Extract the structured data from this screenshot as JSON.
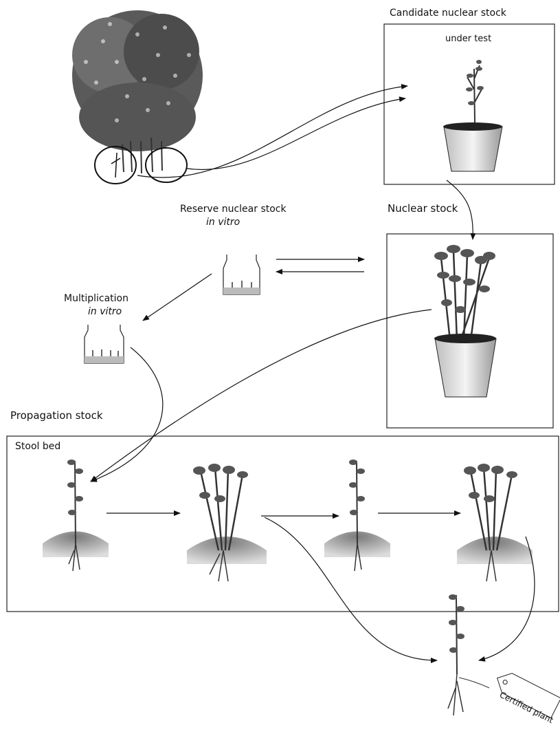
{
  "labels": {
    "candidate_nuclear_stock": "Candidate nuclear stock",
    "under_test": "under test",
    "nuclear_stock": "Nuclear stock",
    "reserve_nuclear_stock": "Reserve nuclear stock",
    "reserve_in_vitro": "in vitro",
    "multiplication": "Multiplication",
    "multiplication_in_vitro": "in vitro",
    "propagation_stock": "Propagation stock",
    "stool_bed": "Stool bed",
    "certified_plant": "Certified plant"
  },
  "colors": {
    "ink": "#222222",
    "foliage": "#444444",
    "soil": "#9a9a9a",
    "box": "#222222"
  }
}
